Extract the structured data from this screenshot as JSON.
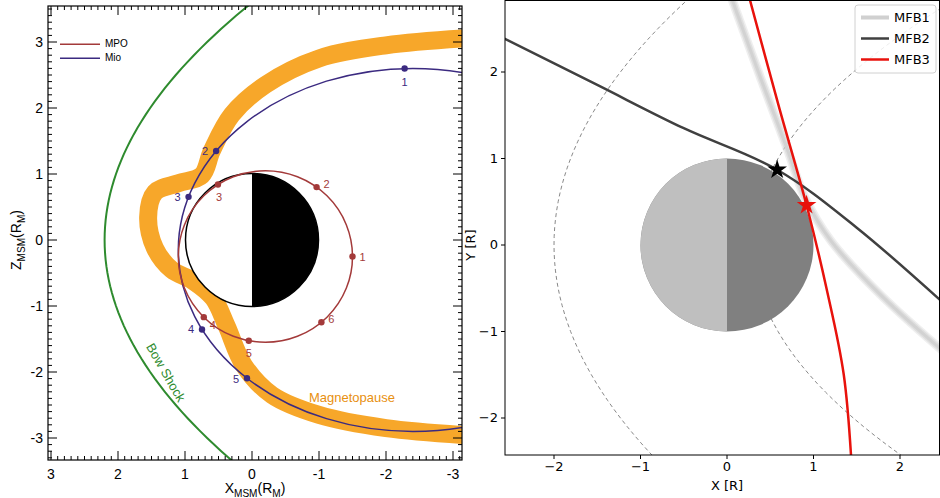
{
  "diagram": {
    "labels": [
      "3",
      "2",
      "1",
      "0",
      "-1",
      "-2",
      "-3",
      "3",
      "2",
      "1",
      "0",
      "-1",
      "-2",
      "-3",
      "Z",
      "MSM",
      "(R",
      "M",
      ")",
      "X",
      "MSM",
      "(R",
      "M",
      ")",
      "Bow Shock",
      "Magnetopause",
      "1",
      "2",
      "3",
      "4",
      "5",
      "1",
      "2",
      "3",
      "4",
      "5",
      "6",
      "−2",
      "−1",
      "0",
      "1",
      "2",
      "2",
      "1",
      "0",
      "−1",
      "−2",
      "X [R]",
      "Y [R]"
    ],
    "legend": [
      {
        "text": "MPO"
      },
      {
        "text": "Mio"
      },
      {
        "text": "MFB1"
      },
      {
        "text": "MFB2"
      },
      {
        "text": "MFB3"
      }
    ]
  }
}
